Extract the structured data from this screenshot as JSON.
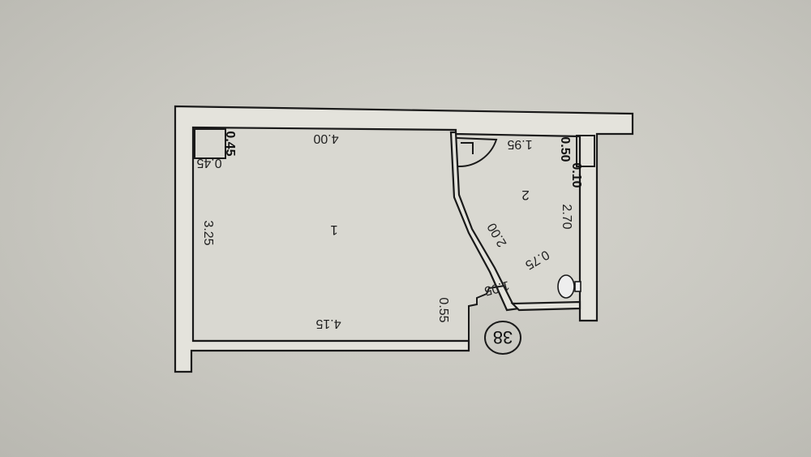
{
  "floor_plan": {
    "apartment_number": "38",
    "rooms": [
      {
        "id": "room-1",
        "label": "1"
      },
      {
        "id": "room-2",
        "label": "2"
      }
    ],
    "dimensions": {
      "room1_top_length": "4.00",
      "room1_bottom_length": "4.15",
      "room1_left_width": "3.25",
      "niche_size_a": "0.45",
      "niche_size_b": "0.45",
      "step_offset": "0.55",
      "room2_top_length": "1.95",
      "room2_right_width": "2.70",
      "room2_diagonal": "2.00",
      "room2_bottom_segment": "0.75",
      "door_step": "1.05",
      "duct_length": "0.50",
      "duct_width": "0.10"
    }
  }
}
